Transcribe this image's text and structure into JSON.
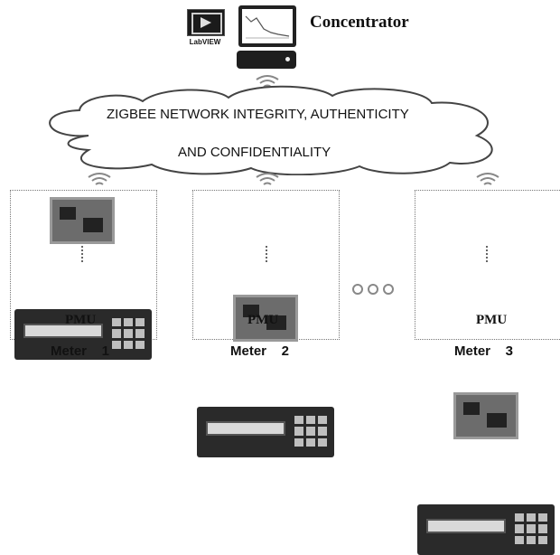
{
  "concentrator": {
    "label": "Concentrator",
    "labview_text": "LabVIEW"
  },
  "network": {
    "line1": "ZIGBEE NETWORK  INTEGRITY, AUTHENTICITY",
    "line2": "AND CONFIDENTIALITY"
  },
  "meters": [
    {
      "pmu_label": "PMU",
      "label": "Meter    1"
    },
    {
      "pmu_label": "PMU",
      "label": "Meter    2"
    },
    {
      "pmu_label": "PMU",
      "label": "Meter    3"
    }
  ],
  "icons": [
    "labview-icon",
    "monitor-icon",
    "computer-icon",
    "wifi-icon",
    "cloud-icon",
    "circuit-board-icon",
    "pmu-device-icon",
    "ellipsis-icon"
  ]
}
